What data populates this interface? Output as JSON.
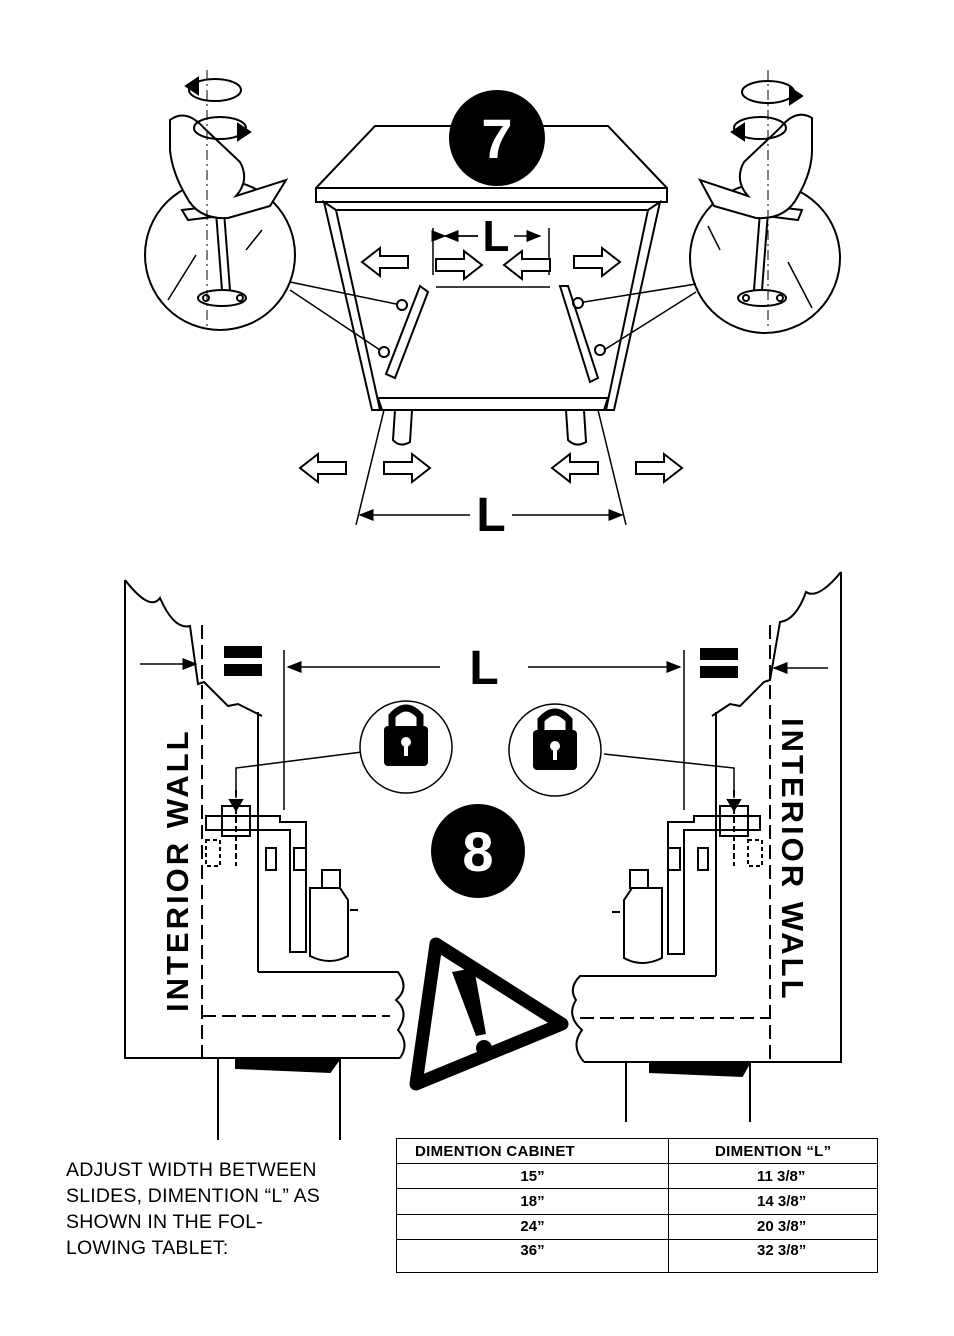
{
  "step7": {
    "number": "7",
    "dim_label_top": "L",
    "dim_label_bottom": "L"
  },
  "step8": {
    "number": "8",
    "dim_label": "L",
    "equal_left": "=",
    "equal_right": "=",
    "wall_left": "INTERIOR WALL",
    "wall_right": "INTERIOR WALL"
  },
  "instructions": {
    "lines": [
      "ADJUST WIDTH BETWEEN",
      "SLIDES, DIMENTION “L” AS",
      "SHOWN IN THE FOL-",
      "LOWING TABLET:"
    ]
  },
  "table": {
    "headers": [
      "DIMENTION CABINET",
      "DIMENTION “L”"
    ],
    "rows": [
      [
        "15”",
        "11 3/8”"
      ],
      [
        "18”",
        "14 3/8”"
      ],
      [
        "24”",
        "20 3/8”"
      ],
      [
        "36”",
        "32 3/8”"
      ]
    ]
  },
  "icons": [
    "hex-key-icon",
    "rotate-arrow-icon",
    "padlock-icon",
    "warning-triangle-icon"
  ]
}
